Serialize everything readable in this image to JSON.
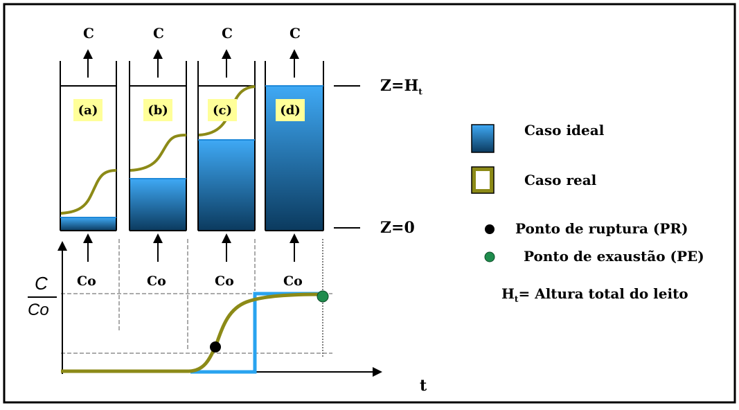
{
  "columns": [
    {
      "id": "a",
      "label": "(a)",
      "top_label": "C",
      "bottom_label": "Co"
    },
    {
      "id": "b",
      "label": "(b)",
      "top_label": "C",
      "bottom_label": "Co"
    },
    {
      "id": "c",
      "label": "(c)",
      "top_label": "C",
      "bottom_label": "Co"
    },
    {
      "id": "d",
      "label": "(d)",
      "top_label": "C",
      "bottom_label": "Co"
    }
  ],
  "height_labels": {
    "top": "Z=H",
    "top_subscript": "t",
    "bottom": "Z=0"
  },
  "graph": {
    "y_numerator": "C",
    "y_denominator": "Co",
    "x_label": "t"
  },
  "legend": {
    "ideal": "Caso ideal",
    "real": "Caso real",
    "rupture": "Ponto de ruptura (PR)",
    "exhaustion": "Ponto de exaustão (PE)",
    "height_prefix": "H",
    "height_subscript": "t",
    "height_text": "= Altura total do leito"
  },
  "colors": {
    "ideal_top": "#3fa9f5",
    "ideal_bottom": "#0a3d62",
    "real": "#8c8a17",
    "ideal_line": "#29a3ef",
    "rupture": "#000000",
    "exhaustion": "#1f8c4d",
    "label_bg": "#ffff99"
  },
  "icons": {
    "rupture": "black-dot-icon",
    "exhaustion": "green-dot-icon"
  }
}
